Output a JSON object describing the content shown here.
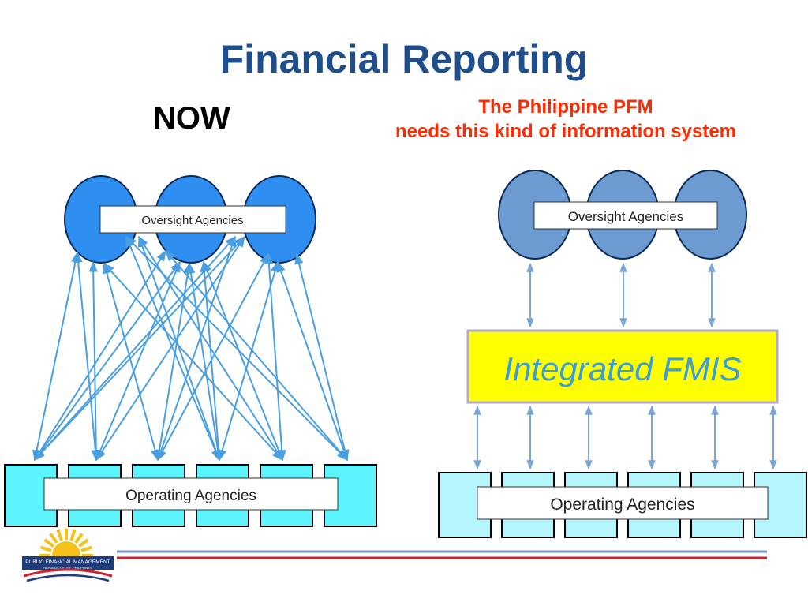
{
  "slide": {
    "title": "Financial Reporting",
    "now_label": "NOW",
    "subtitle_line1": "The Philippine PFM",
    "subtitle_line2": "needs this kind of information system"
  },
  "left_diagram": {
    "oversight_label": "Oversight Agencies",
    "operating_label": "Operating  Agencies"
  },
  "right_diagram": {
    "oversight_label": "Oversight Agencies",
    "fmis_label": "Integrated FMIS",
    "operating_label": "Operating  Agencies"
  },
  "logo": {
    "text_line1": "PUBLIC FINANCIAL MANAGEMENT",
    "text_line2": "REPUBLIC OF THE PHILIPPINES"
  },
  "colors": {
    "title": "#1f4e8c",
    "subtitle": "#ff2a00",
    "left_circle": "#2e8ff0",
    "right_circle": "#6b9bd0",
    "left_box": "#5cf4ff",
    "right_box": "#b4f6fb",
    "arrow_left": "#4a9fe0",
    "arrow_right": "#7aa6d6",
    "fmis_fill": "#ffff00",
    "fmis_text": "#3a9edb"
  }
}
